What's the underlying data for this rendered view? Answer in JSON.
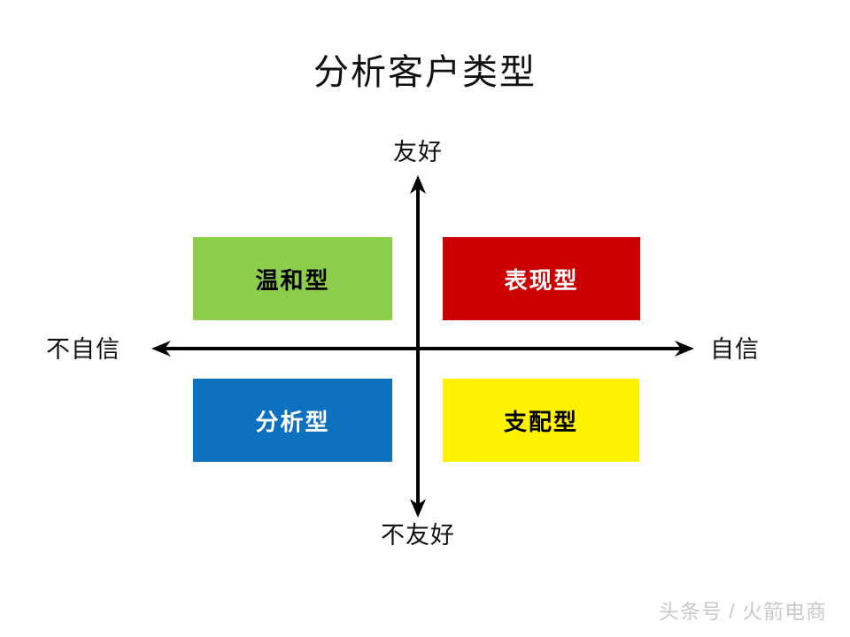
{
  "slide": {
    "title": "分析客户类型",
    "background_color": "#ffffff",
    "text_color": "#111111"
  },
  "axes": {
    "vertical": {
      "top_label": "友好",
      "bottom_label": "不友好",
      "line_color": "#000000"
    },
    "horizontal": {
      "left_label": "不自信",
      "right_label": "自信",
      "line_color": "#000000"
    }
  },
  "quadrants": [
    {
      "key": "mild",
      "label": "温和型",
      "fill": "#8CCE4B",
      "text_color": "#000000",
      "position": "top-left"
    },
    {
      "key": "expressive",
      "label": "表现型",
      "fill": "#CC0000",
      "text_color": "#ffffff",
      "position": "top-right"
    },
    {
      "key": "analytical",
      "label": "分析型",
      "fill": "#0E71C0",
      "text_color": "#ffffff",
      "position": "bottom-left"
    },
    {
      "key": "driver",
      "label": "支配型",
      "fill": "#FFF200",
      "text_color": "#000000",
      "position": "bottom-right"
    }
  ],
  "watermark": {
    "text": "头条号 / 火箭电商",
    "color": "#c9c9c9"
  }
}
